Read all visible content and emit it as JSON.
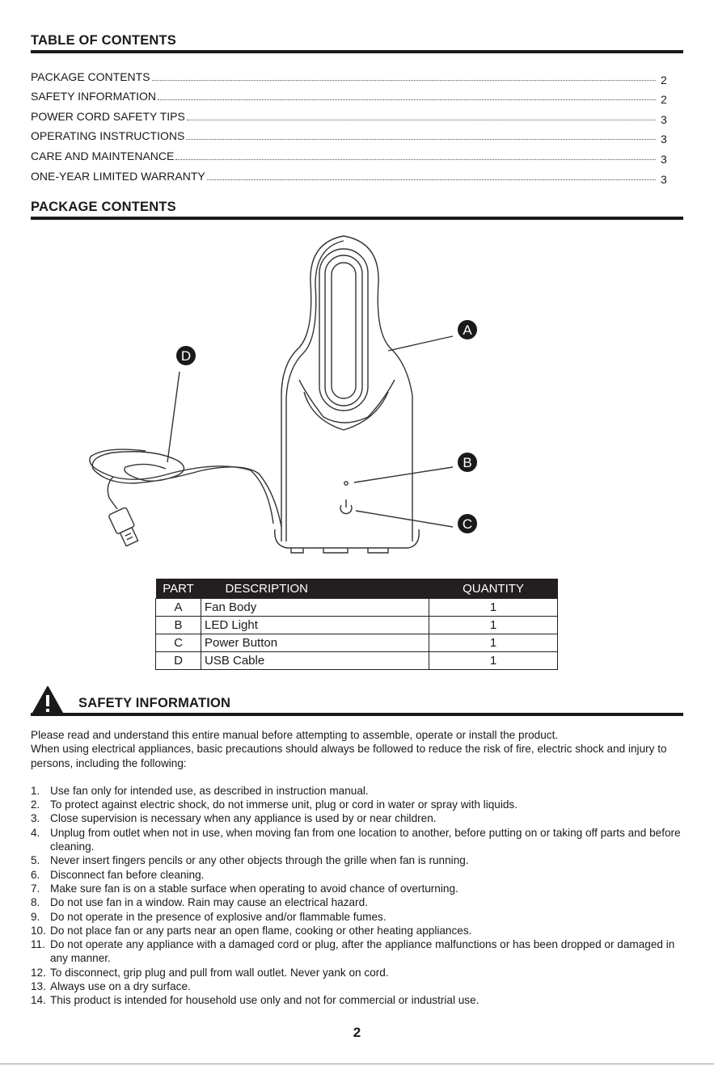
{
  "toc": {
    "title": "TABLE OF CONTENTS",
    "items": [
      {
        "label": "PACKAGE CONTENTS",
        "page": "2"
      },
      {
        "label": "SAFETY INFORMATION",
        "page": "2"
      },
      {
        "label": "POWER CORD SAFETY TIPS",
        "page": "3"
      },
      {
        "label": "OPERATING INSTRUCTIONS",
        "page": "3"
      },
      {
        "label": "CARE AND MAINTENANCE",
        "page": "3"
      },
      {
        "label": "ONE-YEAR LIMITED WARRANTY",
        "page": "3"
      }
    ]
  },
  "package": {
    "title": "PACKAGE CONTENTS",
    "callouts": [
      "A",
      "B",
      "C",
      "D"
    ],
    "table": {
      "headers": [
        "PART",
        "DESCRIPTION",
        "QUANTITY"
      ],
      "rows": [
        [
          "A",
          "Fan Body",
          "1"
        ],
        [
          "B",
          "LED Light",
          "1"
        ],
        [
          "C",
          "Power Button",
          "1"
        ],
        [
          "D",
          "USB Cable",
          "1"
        ]
      ]
    }
  },
  "safety": {
    "title": "SAFETY INFORMATION",
    "warning_icon": "warning-triangle-icon",
    "intro1": "Please read and understand this entire manual before attempting to assemble, operate or install the product.",
    "intro2": "When using electrical appliances, basic precautions should always be followed to reduce the risk of fire, electric shock and injury to persons, including the following:",
    "items": [
      "Use fan only for intended use, as described in instruction manual.",
      "To protect against electric shock, do not immerse unit, plug or cord in water or spray with liquids.",
      "Close supervision is necessary when any appliance is used by or near children.",
      "Unplug from outlet when not in use, when moving fan from one location to another, before putting on or taking off parts and before cleaning.",
      "Never insert fingers pencils or any other objects through the grille when fan is running.",
      "Disconnect fan before cleaning.",
      "Make sure fan is on a stable surface when operating to avoid chance of overturning.",
      "Do not use fan in a window. Rain may cause an electrical hazard.",
      "Do not operate in the presence of explosive and/or flammable fumes.",
      "Do not place fan or any parts near an open flame, cooking or other heating appliances.",
      "Do not operate any appliance with a damaged cord or plug, after the appliance malfunctions or has been dropped or damaged in any manner.",
      "To disconnect, grip plug and pull from wall outlet. Never yank on cord.",
      "Always use on a dry surface.",
      "This product is intended for household use only and not for commercial or industrial use."
    ]
  },
  "page_number": "2"
}
